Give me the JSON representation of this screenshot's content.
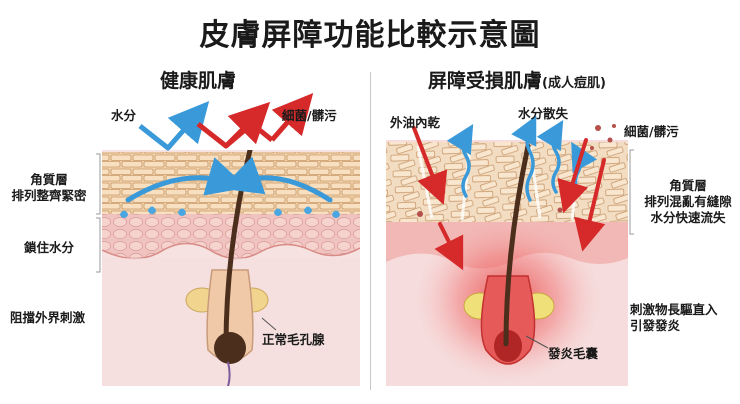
{
  "title": "皮膚屏障功能比較示意圖",
  "healthy": {
    "heading": "健康肌膚",
    "labels": {
      "water": "水分",
      "bacteria": "細菌/髒污",
      "stratum_1": "角質層",
      "stratum_2": "排列整齊緊密",
      "lock": "鎖住水分",
      "block": "阻擋外界刺激",
      "gland": "正常毛孔腺"
    }
  },
  "damaged": {
    "heading": "屏障受損肌膚",
    "heading_note": "(成人痘肌)",
    "labels": {
      "oil": "外油內乾",
      "water_loss": "水分散失",
      "bacteria": "細菌/髒污",
      "stratum_1": "角質層",
      "stratum_2": "排列混亂有縫隙",
      "stratum_3": "水分快速流失",
      "irritant_1": "刺激物長驅直入",
      "irritant_2": "引發發炎",
      "follicle": "發炎毛囊"
    }
  },
  "colors": {
    "water_arrow": "#3a9ad9",
    "irritant_arrow": "#d62a2a",
    "skin_cell": "#f1d2a9",
    "dermis": "#f4d6d6",
    "inflamed": "#e84a4a"
  }
}
